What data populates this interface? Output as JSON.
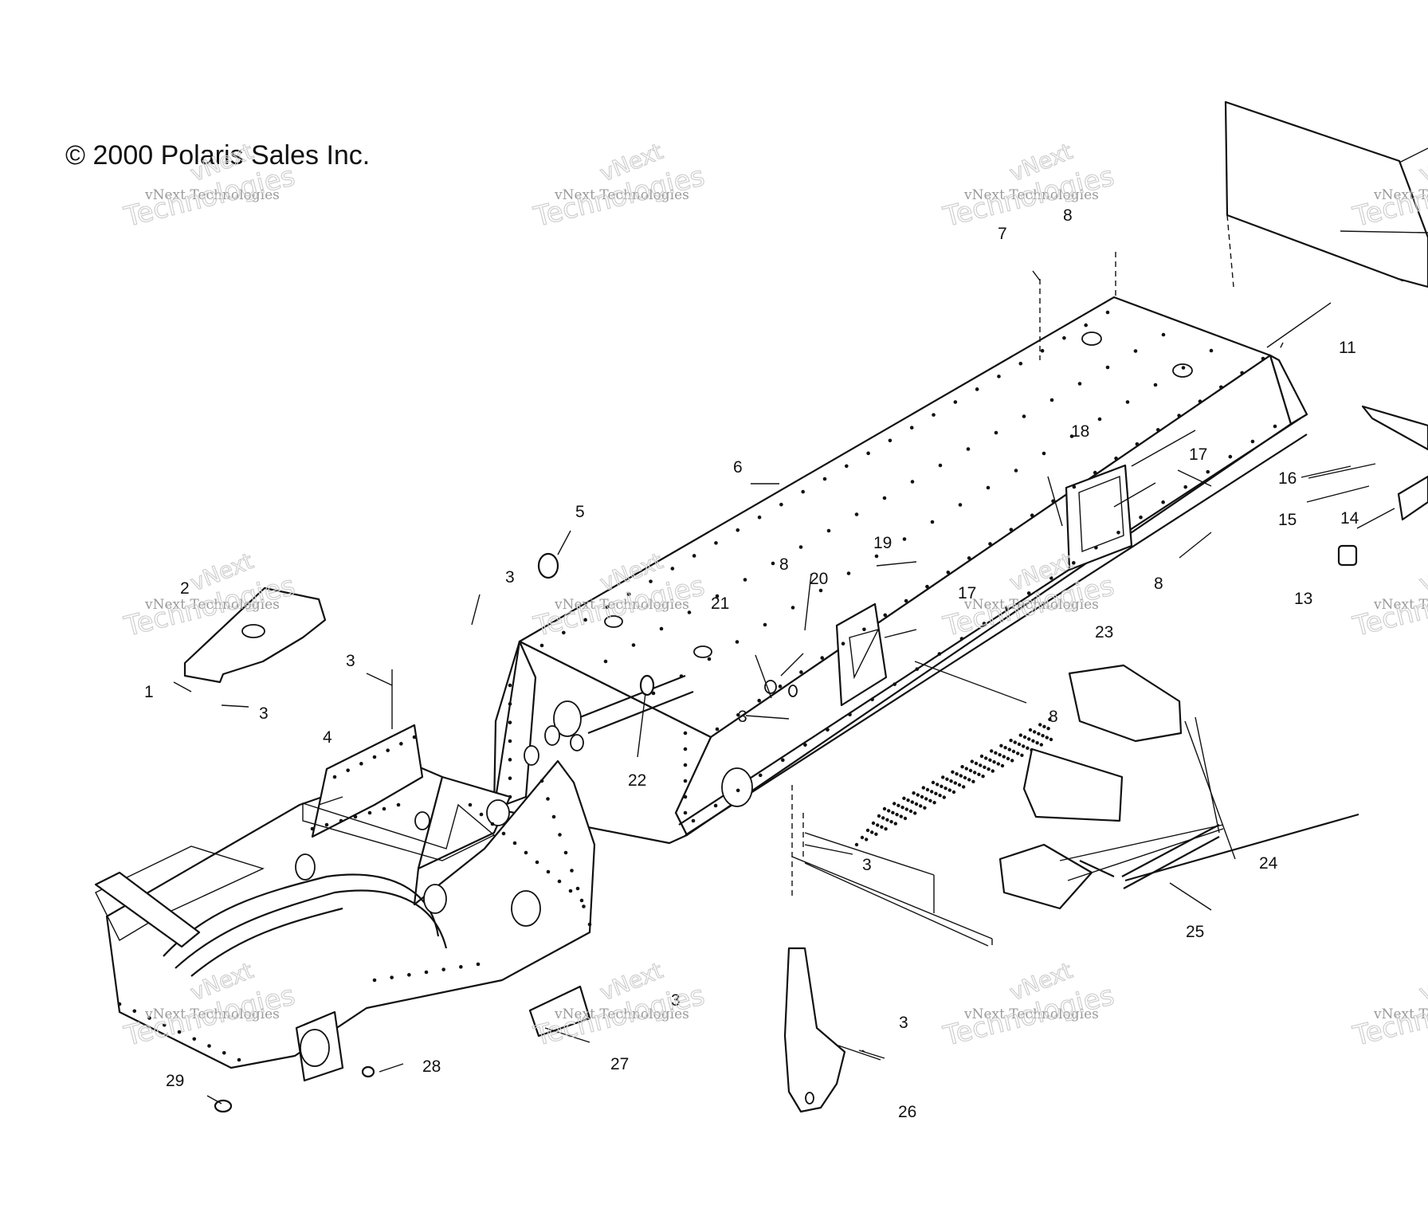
{
  "copyright": "© 2000 Polaris Sales Inc.",
  "watermark": {
    "line_small": "vNext Technologies",
    "line_top": "vNext",
    "line_big": "Technologies"
  },
  "callouts": [
    {
      "id": "c1",
      "text": "1"
    },
    {
      "id": "c2",
      "text": "2"
    },
    {
      "id": "c3a",
      "text": "3"
    },
    {
      "id": "c3b",
      "text": "3"
    },
    {
      "id": "c3c",
      "text": "3"
    },
    {
      "id": "c3d",
      "text": "3"
    },
    {
      "id": "c3e",
      "text": "3"
    },
    {
      "id": "c3f",
      "text": "3"
    },
    {
      "id": "c3g",
      "text": "3"
    },
    {
      "id": "c3h",
      "text": "3"
    },
    {
      "id": "c4",
      "text": "4"
    },
    {
      "id": "c5",
      "text": "5"
    },
    {
      "id": "c6",
      "text": "6"
    },
    {
      "id": "c7",
      "text": "7"
    },
    {
      "id": "c8a",
      "text": "8"
    },
    {
      "id": "c8b",
      "text": "8"
    },
    {
      "id": "c8c",
      "text": "8"
    },
    {
      "id": "c8d",
      "text": "8"
    },
    {
      "id": "c11",
      "text": "11"
    },
    {
      "id": "c13",
      "text": "13"
    },
    {
      "id": "c14",
      "text": "14"
    },
    {
      "id": "c15",
      "text": "15"
    },
    {
      "id": "c16",
      "text": "16"
    },
    {
      "id": "c17a",
      "text": "17"
    },
    {
      "id": "c17b",
      "text": "17"
    },
    {
      "id": "c18",
      "text": "18"
    },
    {
      "id": "c19",
      "text": "19"
    },
    {
      "id": "c20",
      "text": "20"
    },
    {
      "id": "c21",
      "text": "21"
    },
    {
      "id": "c22",
      "text": "22"
    },
    {
      "id": "c23",
      "text": "23"
    },
    {
      "id": "c24",
      "text": "24"
    },
    {
      "id": "c25",
      "text": "25"
    },
    {
      "id": "c26",
      "text": "26"
    },
    {
      "id": "c27",
      "text": "27"
    },
    {
      "id": "c28",
      "text": "28"
    },
    {
      "id": "c29",
      "text": "29"
    }
  ]
}
